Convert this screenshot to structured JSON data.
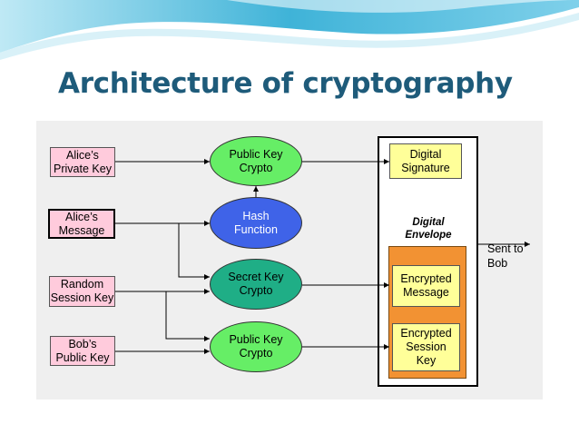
{
  "slide": {
    "title": "Architecture of cryptography"
  },
  "inputs": {
    "alice_private_key": "Alice’s\nPrivate Key",
    "alice_message": "Alice’s\nMessage",
    "random_session_key": "Random\nSession Key",
    "bob_public_key": "Bob’s\nPublic Key"
  },
  "processes": {
    "public_key_crypto_top": "Public Key\nCrypto",
    "hash_function": "Hash\nFunction",
    "secret_key_crypto": "Secret Key\nCrypto",
    "public_key_crypto_bottom": "Public Key\nCrypto"
  },
  "outputs": {
    "digital_signature": "Digital\nSignature",
    "digital_envelope": "Digital\nEnvelope",
    "encrypted_message": "Encrypted\nMessage",
    "encrypted_session_key": "Encrypted\nSession\nKey",
    "sent_to_bob": "Sent to\nBob"
  },
  "colors": {
    "title": "#1e5b7a",
    "input_box": "#ffcbdc",
    "output_box": "#ffff99",
    "public_key_ellipse": "#66ee66",
    "hash_ellipse": "#3f63e8",
    "secret_key_ellipse": "#1fae86",
    "envelope_block": "#f29233"
  }
}
